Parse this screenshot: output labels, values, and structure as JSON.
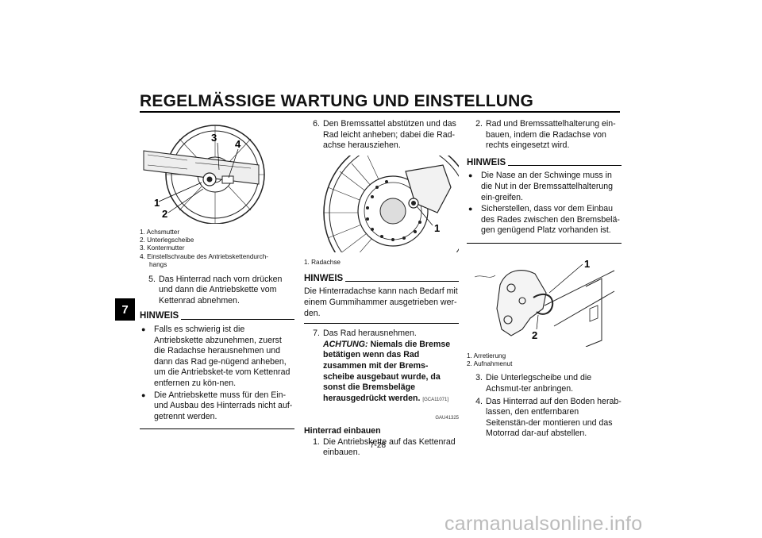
{
  "header": {
    "title": "REGELMÄSSIGE WARTUNG UND EINSTELLUNG",
    "chapter_tab": "7"
  },
  "col1": {
    "figure_labels": [
      "1",
      "2",
      "3",
      "4"
    ],
    "captions": [
      "1. Achsmutter",
      "2. Unterlegscheibe",
      "3. Kontermutter",
      "4. Einstellschraube des Antriebskettendurch-",
      "hangs"
    ],
    "step5_num": "5.",
    "step5_text": "Das Hinterrad nach vorn drücken und dann die Antriebskette vom Kettenrad abnehmen.",
    "hinweis": "HINWEIS",
    "bullets": [
      "Falls es schwierig ist die Antriebskette abzunehmen, zuerst die Radachse herausnehmen und dann das Rad ge-nügend anheben, um die Antriebsket-te vom Kettenrad entfernen zu kön-nen.",
      "Die Antriebskette muss für den Ein- und Ausbau des Hinterrads nicht auf-getrennt werden."
    ]
  },
  "col2": {
    "step6_num": "6.",
    "step6_text": "Den Bremssattel abstützen und das Rad leicht anheben; dabei die Rad-achse herausziehen.",
    "figure_labels": [
      "1"
    ],
    "caption": "1. Radachse",
    "hinweis": "HINWEIS",
    "hinweis_text": "Die Hinterradachse kann nach Bedarf mit einem Gummihammer ausgetrieben wer-den.",
    "step7_num": "7.",
    "step7_text": "Das Rad herausnehmen.",
    "step7_achtung": "ACHTUNG:",
    "step7_bold": "Niemals die Bremse betätigen wenn das Rad zusammen mit der Brems-scheibe ausgebaut wurde, da sonst die Bremsbeläge herausgedrückt werden.",
    "step7_code": "[GCA11071]",
    "gau_code": "GAU41325",
    "section_title": "Hinterrad einbauen",
    "step1_num": "1.",
    "step1_text": "Die Antriebskette auf das Kettenrad einbauen."
  },
  "col3": {
    "step2_num": "2.",
    "step2_text": "Rad und Bremssattelhalterung ein-bauen, indem die Radachse von rechts eingesetzt wird.",
    "hinweis": "HINWEIS",
    "bullets": [
      "Die Nase an der Schwinge muss in die Nut in der Bremssattelhalterung ein-greifen.",
      "Sicherstellen, dass vor dem Einbau des Rades zwischen den Bremsbelä-gen genügend Platz vorhanden ist."
    ],
    "figure_labels": [
      "1",
      "2"
    ],
    "captions": [
      "1. Arretierung",
      "2. Aufnahmenut"
    ],
    "step3_num": "3.",
    "step3_text": "Die Unterlegscheibe und die Achsmut-ter anbringen.",
    "step4_num": "4.",
    "step4_text": "Das Hinterrad auf den Boden herab-lassen, den entfernbaren Seitenstän-der montieren und das Motorrad dar-auf abstellen."
  },
  "footer": {
    "page_number": "7-28",
    "watermark": "carmanualsonline.info"
  }
}
